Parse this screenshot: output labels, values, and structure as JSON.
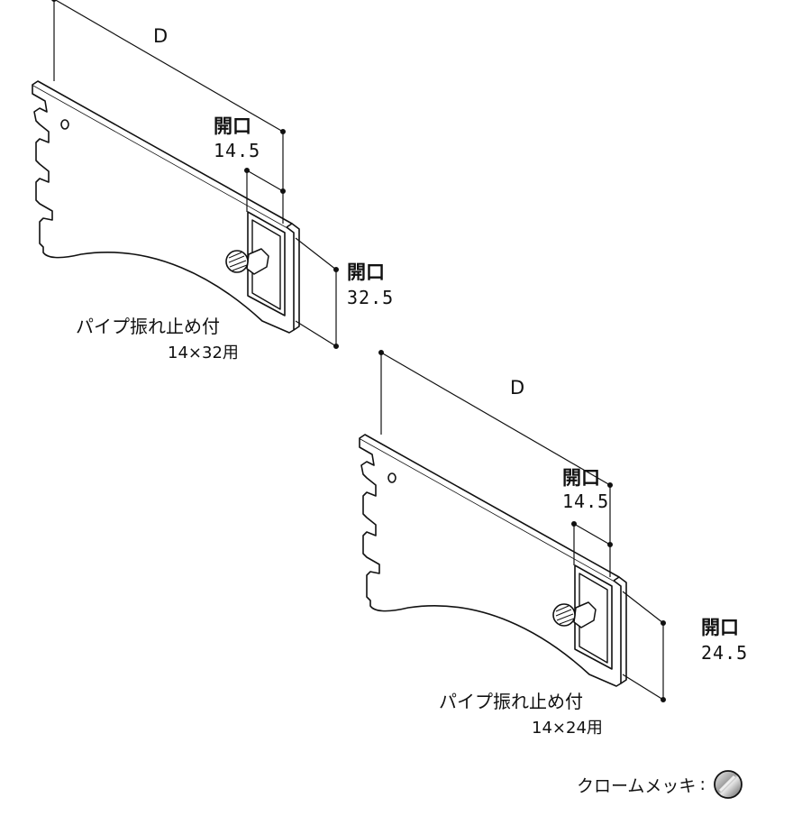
{
  "diagram": {
    "brackets": [
      {
        "depth_label": "D",
        "top_opening": {
          "label": "開口",
          "value": "14.5"
        },
        "side_opening": {
          "label": "開口",
          "value": "32.5"
        },
        "caption_line1": "パイプ振れ止め付",
        "caption_line2": "14×32用"
      },
      {
        "depth_label": "D",
        "top_opening": {
          "label": "開口",
          "value": "14.5"
        },
        "side_opening": {
          "label": "開口",
          "value": "24.5"
        },
        "caption_line1": "パイプ振れ止め付",
        "caption_line2": "14×24用"
      }
    ],
    "legend": {
      "label": "クロームメッキ",
      "separator": ":",
      "swatch_icon": "chrome-swatch-icon"
    }
  }
}
